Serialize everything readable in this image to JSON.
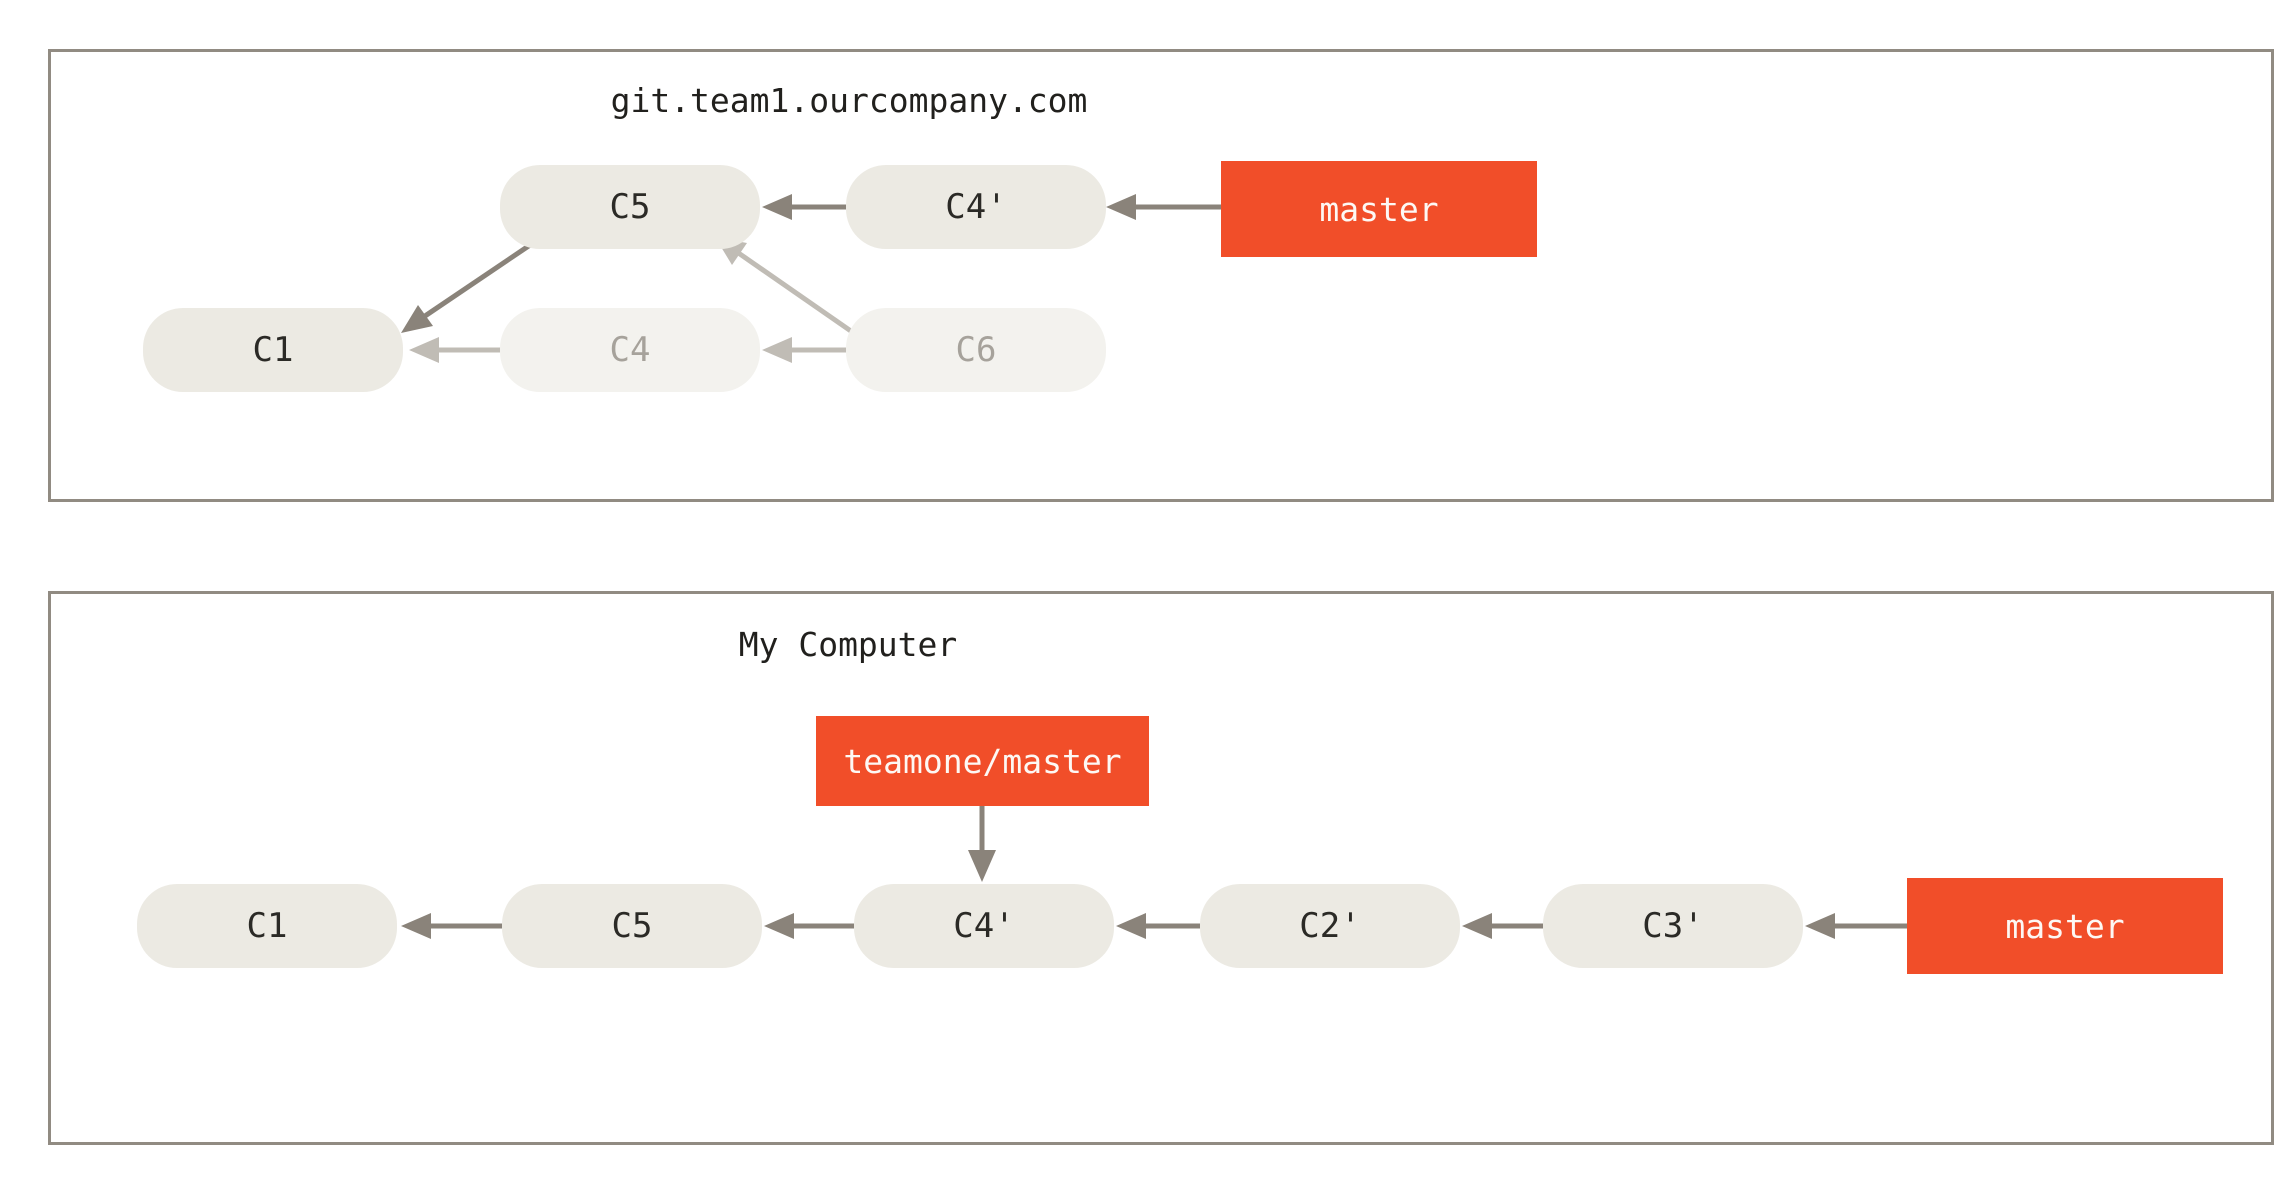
{
  "colors": {
    "page_bg": "#ffffff",
    "panel_bg": "#ffffff",
    "panel_border": "#918b82",
    "title_text": "#21201d",
    "node_fill": "#eceae3",
    "node_fill_faded": "#f3f2ee",
    "node_text": "#2b2a26",
    "node_text_faded": "#a6a29b",
    "arrow": "#8a837a",
    "arrow_faded": "#c0bcb5",
    "branch_box": "#f14e29",
    "branch_text": "#fdf8f4"
  },
  "panels": [
    {
      "title": "git.team1.ourcompany.com",
      "nodes": [
        {
          "label": "C5",
          "state": "normal"
        },
        {
          "label": "C4'",
          "state": "normal"
        },
        {
          "label": "C1",
          "state": "normal"
        },
        {
          "label": "C4",
          "state": "faded"
        },
        {
          "label": "C6",
          "state": "faded"
        }
      ],
      "branches": [
        {
          "label": "master",
          "points_to": "C4'"
        }
      ],
      "edges": [
        {
          "from": "master",
          "to": "C4'",
          "style": "normal"
        },
        {
          "from": "C4'",
          "to": "C5",
          "style": "normal"
        },
        {
          "from": "C5",
          "to": "C1",
          "style": "normal"
        },
        {
          "from": "C4",
          "to": "C1",
          "style": "faded"
        },
        {
          "from": "C6",
          "to": "C4",
          "style": "faded"
        },
        {
          "from": "C6",
          "to": "C5",
          "style": "faded"
        }
      ]
    },
    {
      "title": "My Computer",
      "nodes": [
        {
          "label": "C1",
          "state": "normal"
        },
        {
          "label": "C5",
          "state": "normal"
        },
        {
          "label": "C4'",
          "state": "normal"
        },
        {
          "label": "C2'",
          "state": "normal"
        },
        {
          "label": "C3'",
          "state": "normal"
        }
      ],
      "branches": [
        {
          "label": "teamone/master",
          "points_to": "C4'"
        },
        {
          "label": "master",
          "points_to": "C3'"
        }
      ],
      "edges": [
        {
          "from": "teamone/master",
          "to": "C4'",
          "style": "normal"
        },
        {
          "from": "master",
          "to": "C3'",
          "style": "normal"
        },
        {
          "from": "C3'",
          "to": "C2'",
          "style": "normal"
        },
        {
          "from": "C2'",
          "to": "C4'",
          "style": "normal"
        },
        {
          "from": "C4'",
          "to": "C5",
          "style": "normal"
        },
        {
          "from": "C5",
          "to": "C1",
          "style": "normal"
        }
      ]
    }
  ]
}
